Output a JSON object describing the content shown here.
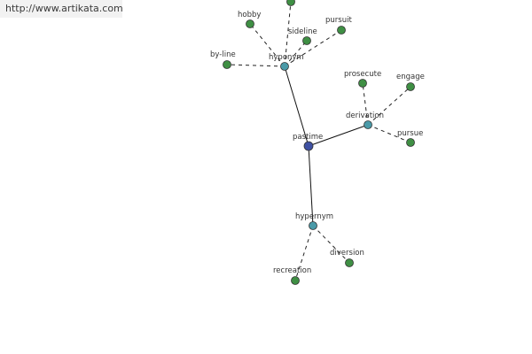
{
  "header": {
    "url_text": "http://www.artikata.com"
  },
  "colors": {
    "center_node": "#3f51a3",
    "relation_node": "#4a9aa8",
    "leaf_node": "#3f8f44",
    "url_background": "#f2f2f2"
  },
  "graph": {
    "center": {
      "label": "pastime"
    },
    "relations": {
      "hyponym": {
        "label": "hyponym",
        "leaves": [
          {
            "id": "hobby",
            "label": "hobby"
          },
          {
            "id": "sideline",
            "label": "sideline"
          },
          {
            "id": "pursuit",
            "label": "pursuit"
          },
          {
            "id": "by-line",
            "label": "by-line"
          },
          {
            "id": "top-unlabeled",
            "label": ""
          }
        ]
      },
      "derivation": {
        "label": "derivation",
        "leaves": [
          {
            "id": "prosecute",
            "label": "prosecute"
          },
          {
            "id": "engage",
            "label": "engage"
          },
          {
            "id": "pursue",
            "label": "pursue"
          }
        ]
      },
      "hypernym": {
        "label": "hypernym",
        "leaves": [
          {
            "id": "recreation",
            "label": "recreation"
          },
          {
            "id": "diversion",
            "label": "diversion"
          }
        ]
      }
    }
  }
}
